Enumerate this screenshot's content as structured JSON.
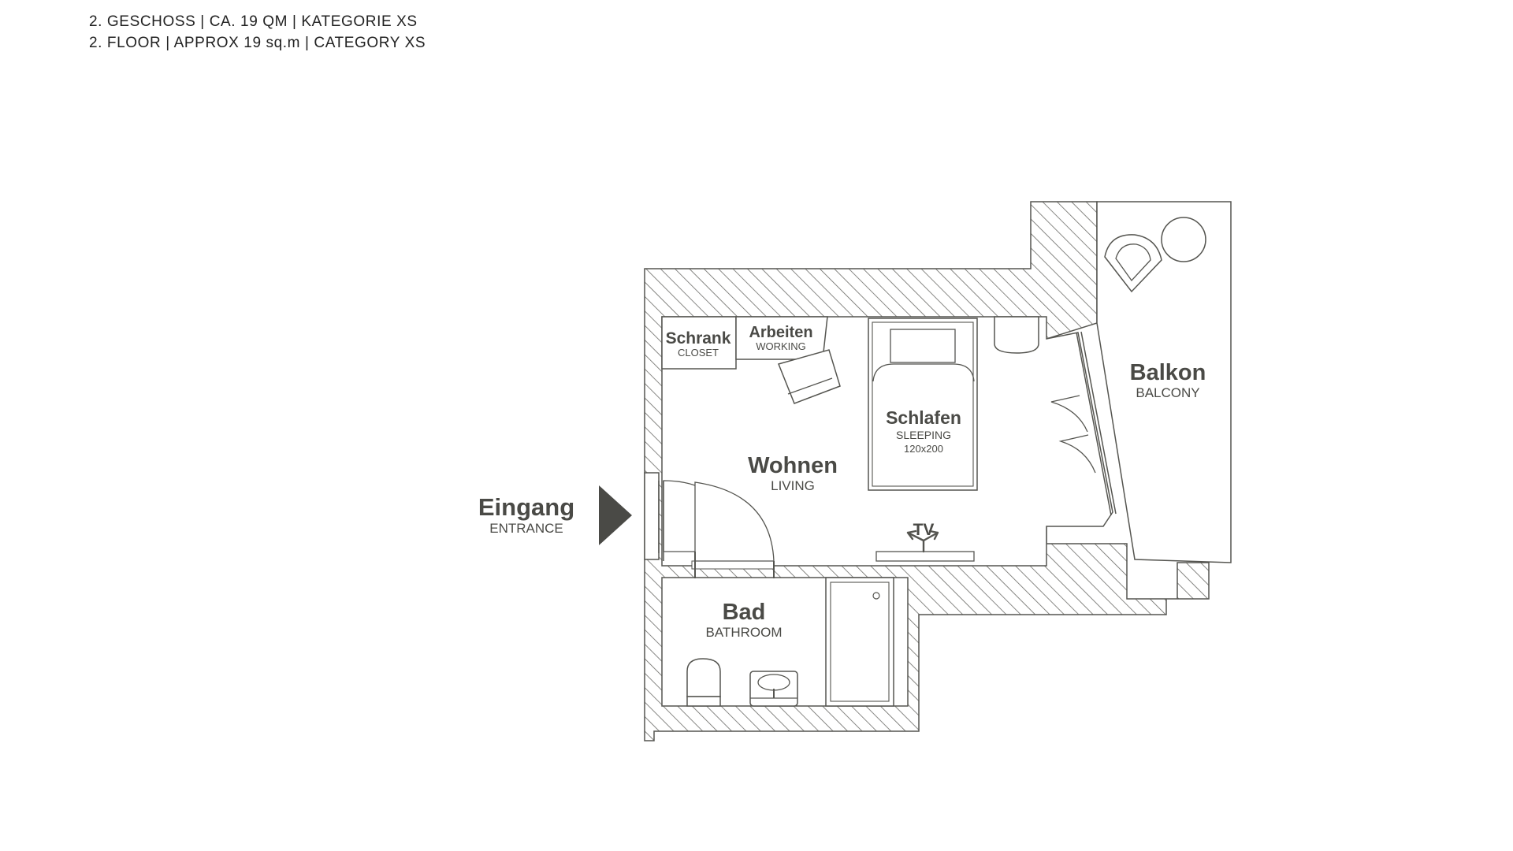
{
  "header": {
    "line_de": "2. GESCHOSS | CA. 19 QM | KATEGORIE XS",
    "line_en": "2. FLOOR | APPROX 19 sq.m | CATEGORY XS"
  },
  "colors": {
    "wall": "#555550",
    "label": "#4a4a46",
    "hatch": "#6a6a66",
    "arrow": "#4a4a46"
  },
  "rooms": {
    "entrance": {
      "de": "Eingang",
      "en": "ENTRANCE"
    },
    "closet": {
      "de": "Schrank",
      "en": "CLOSET"
    },
    "working": {
      "de": "Arbeiten",
      "en": "WORKING"
    },
    "living": {
      "de": "Wohnen",
      "en": "LIVING"
    },
    "sleeping": {
      "de": "Schlafen",
      "en": "SLEEPING",
      "size": "120x200"
    },
    "tv": {
      "label": "TV"
    },
    "balcony": {
      "de": "Balkon",
      "en": "BALCONY"
    },
    "bathroom": {
      "de": "Bad",
      "en": "BATHROOM"
    }
  },
  "icons": [
    "entrance-arrow-icon",
    "door-swing-icon",
    "chair-icon",
    "bed-icon",
    "toilet-icon",
    "sink-icon",
    "shower-icon",
    "lounge-chair-icon",
    "round-table-icon",
    "tv-icon"
  ]
}
